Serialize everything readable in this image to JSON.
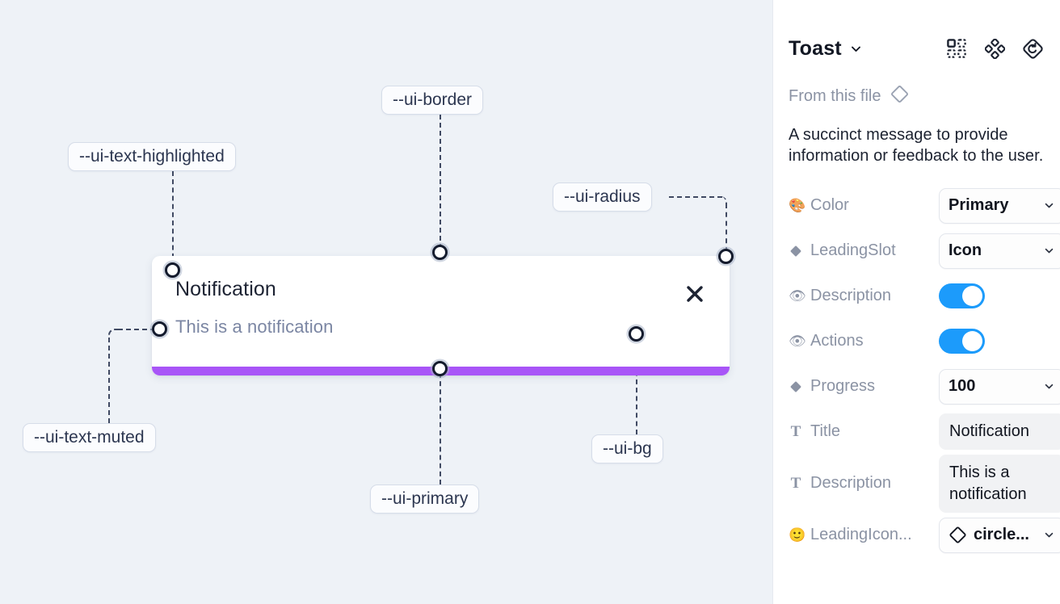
{
  "canvas": {
    "background_color": "#eef2f7",
    "toast": {
      "title": "Notification",
      "description": "This is a notification",
      "close_icon": "close-x-icon",
      "progress_color": "#a855f7",
      "background_color": "#ffffff"
    },
    "tokens": [
      {
        "id": "border",
        "label": "--ui-border"
      },
      {
        "id": "text-highlighted",
        "label": "--ui-text-highlighted"
      },
      {
        "id": "radius",
        "label": "--ui-radius"
      },
      {
        "id": "text-muted",
        "label": "--ui-text-muted"
      },
      {
        "id": "bg",
        "label": "--ui-bg"
      },
      {
        "id": "primary",
        "label": "--ui-primary"
      }
    ]
  },
  "panel": {
    "title": "Toast",
    "title_caret_icon": "chevron-down-icon",
    "header_icons": [
      {
        "name": "component-grid-icon"
      },
      {
        "name": "four-diamonds-icon"
      },
      {
        "name": "reset-component-icon"
      }
    ],
    "from_file": {
      "label": "From this file",
      "icon": "diamond-outline-icon"
    },
    "description": "A succinct message to provide information or feedback to the user.",
    "properties": [
      {
        "key": "color",
        "icon": "palette-emoji",
        "glyph": "🎨",
        "label": "Color",
        "control": "select",
        "value": "Primary"
      },
      {
        "key": "leading-slot",
        "icon": "diamond-filled-icon",
        "label": "LeadingSlot",
        "control": "select",
        "value": "Icon"
      },
      {
        "key": "description",
        "icon": "eye-emoji",
        "glyph": "👁",
        "label": "Description",
        "control": "toggle",
        "value": "on"
      },
      {
        "key": "actions",
        "icon": "eye-emoji",
        "glyph": "👁",
        "label": "Actions",
        "control": "toggle",
        "value": "on"
      },
      {
        "key": "progress",
        "icon": "diamond-filled-icon",
        "label": "Progress",
        "control": "select",
        "value": "100"
      },
      {
        "key": "title",
        "icon": "text-t-icon",
        "label": "Title",
        "control": "textbox",
        "value": "Notification"
      },
      {
        "key": "description-text",
        "icon": "text-t-icon",
        "label": "Description",
        "control": "textbox",
        "value": "This is a notification"
      },
      {
        "key": "leading-icon",
        "icon": "smiley-emoji",
        "glyph": "🙂",
        "label": "LeadingIcon...",
        "control": "icon-select",
        "value": "circle...",
        "lead_icon": "diamond-outline-icon"
      }
    ],
    "toggle_on_color": "#1c9bfb"
  }
}
